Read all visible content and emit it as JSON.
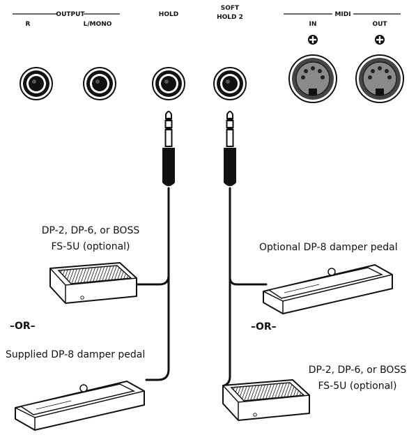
{
  "panel": {
    "output_group_label": "OUTPUT",
    "r_label": "R",
    "lmono_label": "L/MONO",
    "hold_label": "HOLD",
    "soft_label": "SOFT",
    "hold2_label": "HOLD 2",
    "midi_group_label": "MIDI",
    "midi_in_label": "IN",
    "midi_out_label": "OUT"
  },
  "left": {
    "caption_line1": "DP-2, DP-6, or BOSS",
    "caption_line2": "FS-5U (optional)",
    "or_label": "–OR–",
    "supplied_caption": "Supplied DP-8 damper pedal"
  },
  "right": {
    "optional_caption": "Optional DP-8 damper pedal",
    "or_label": "–OR–",
    "caption_line1": "DP-2, DP-6, or BOSS",
    "caption_line2": "FS-5U (optional)"
  }
}
